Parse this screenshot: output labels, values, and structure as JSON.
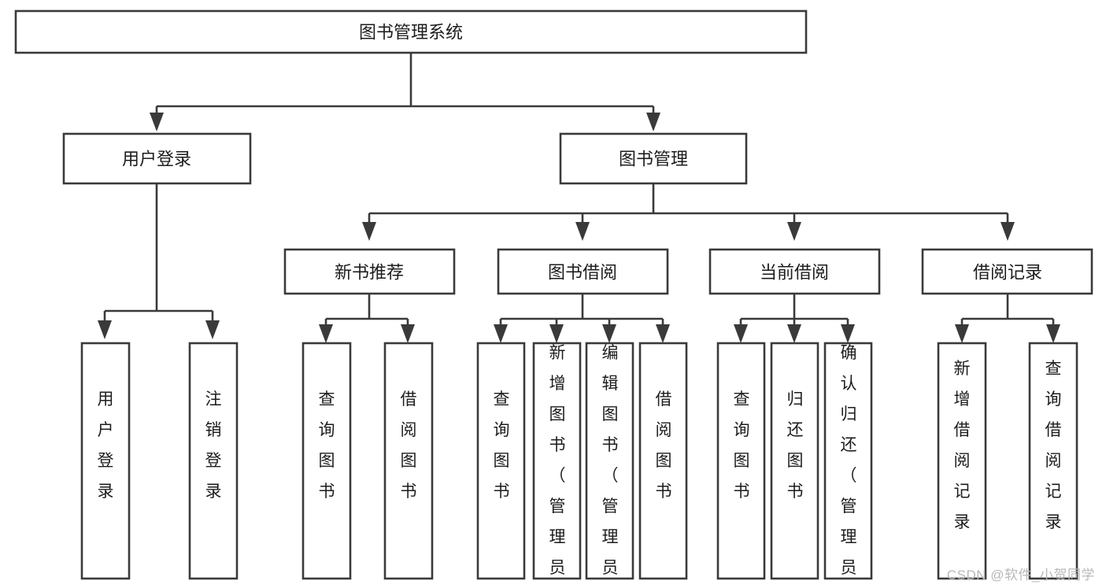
{
  "diagram": {
    "type": "tree-hierarchy",
    "title": "图书管理系统",
    "style": {
      "box_fill": "#ffffff",
      "box_stroke": "#3a3a3a",
      "text_color": "#1c1c1c",
      "background": "#ffffff",
      "watermark_color": "#b8b8b8"
    },
    "levels": [
      {
        "level": 1,
        "nodes": [
          {
            "id": "root",
            "label": "图书管理系统",
            "orientation": "horizontal"
          }
        ]
      },
      {
        "level": 2,
        "nodes": [
          {
            "id": "user-login",
            "label": "用户登录",
            "orientation": "horizontal",
            "parent": "root"
          },
          {
            "id": "book-manage",
            "label": "图书管理",
            "orientation": "horizontal",
            "parent": "root"
          }
        ]
      },
      {
        "level": 3,
        "nodes": [
          {
            "id": "new-book-recommend",
            "label": "新书推荐",
            "orientation": "horizontal",
            "parent": "book-manage"
          },
          {
            "id": "book-borrow",
            "label": "图书借阅",
            "orientation": "horizontal",
            "parent": "book-manage"
          },
          {
            "id": "current-borrow",
            "label": "当前借阅",
            "orientation": "horizontal",
            "parent": "book-manage"
          },
          {
            "id": "borrow-record",
            "label": "借阅记录",
            "orientation": "horizontal",
            "parent": "book-manage"
          }
        ]
      },
      {
        "level": 4,
        "nodes": [
          {
            "id": "leaf-user-login",
            "label": "用户登录",
            "orientation": "vertical",
            "parent": "user-login"
          },
          {
            "id": "leaf-logout-login",
            "label": "注销登录",
            "orientation": "vertical",
            "parent": "user-login"
          },
          {
            "id": "leaf-query-book-1",
            "label": "查询图书",
            "orientation": "vertical",
            "parent": "new-book-recommend"
          },
          {
            "id": "leaf-borrow-book-1",
            "label": "借阅图书",
            "orientation": "vertical",
            "parent": "new-book-recommend"
          },
          {
            "id": "leaf-query-book-2",
            "label": "查询图书",
            "orientation": "vertical",
            "parent": "book-borrow"
          },
          {
            "id": "leaf-add-book",
            "label": "新增图书（管理员）",
            "orientation": "vertical",
            "parent": "book-borrow"
          },
          {
            "id": "leaf-edit-book",
            "label": "编辑图书（管理员）",
            "orientation": "vertical",
            "parent": "book-borrow"
          },
          {
            "id": "leaf-borrow-book-2",
            "label": "借阅图书",
            "orientation": "vertical",
            "parent": "book-borrow"
          },
          {
            "id": "leaf-query-book-3",
            "label": "查询图书",
            "orientation": "vertical",
            "parent": "current-borrow"
          },
          {
            "id": "leaf-return-book",
            "label": "归还图书",
            "orientation": "vertical",
            "parent": "current-borrow"
          },
          {
            "id": "leaf-confirm-return",
            "label": "确认归还（管理员）",
            "orientation": "vertical",
            "parent": "current-borrow"
          },
          {
            "id": "leaf-add-record",
            "label": "新增借阅记录",
            "orientation": "vertical",
            "parent": "borrow-record"
          },
          {
            "id": "leaf-query-record",
            "label": "查询借阅记录",
            "orientation": "vertical",
            "parent": "borrow-record"
          }
        ]
      }
    ]
  },
  "watermark": {
    "text": "CSDN @软件_小贺同学"
  }
}
